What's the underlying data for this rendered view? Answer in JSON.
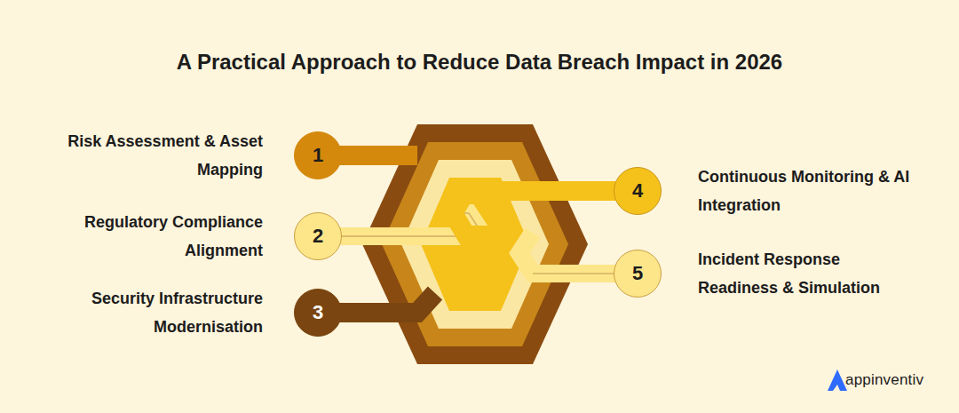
{
  "diagram": {
    "title": "A Practical Approach to Reduce Data Breach Impact in 2026",
    "nodes": [
      {
        "text": [
          "1",
          "Risk Assessment & Asset Mapping"
        ]
      },
      {
        "text": [
          "2",
          "Regulatory Compliance Alignment"
        ]
      },
      {
        "text": [
          "3",
          "Security Infrastructure Modernisation"
        ]
      },
      {
        "text": [
          "4",
          "Continuous Monitoring & AI Integration"
        ]
      },
      {
        "text": [
          "5",
          "Incident Response Readiness & Simulation"
        ]
      }
    ],
    "labels": [
      "appinventiv"
    ]
  }
}
